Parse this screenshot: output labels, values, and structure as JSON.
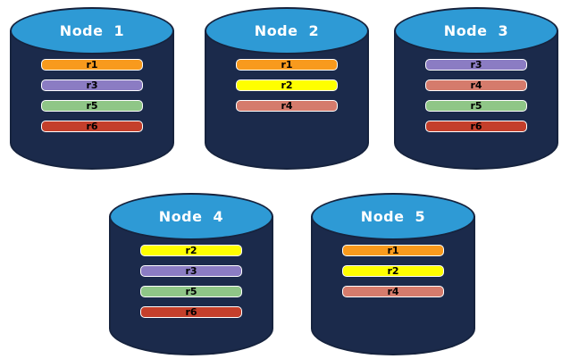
{
  "colors": {
    "page_background": "#ffffff",
    "cylinder_body": "#1b2a4b",
    "cylinder_outline": "#16233e",
    "cylinder_top_fill": "#2e9ad5",
    "title_text": "#ffffff",
    "replica_text": "#000000",
    "replica_border": "#ffffff"
  },
  "replica_colors": {
    "r1": "#f89a1d",
    "r2": "#ffff00",
    "r3": "#8b7cc3",
    "r4": "#d57b6c",
    "r5": "#8fc687",
    "r6": "#c43f2b"
  },
  "nodes": [
    {
      "title": "Node 1",
      "replicas": [
        {
          "label": "r1"
        },
        {
          "label": "r3"
        },
        {
          "label": "r5"
        },
        {
          "label": "r6"
        }
      ]
    },
    {
      "title": "Node 2",
      "replicas": [
        {
          "label": "r1"
        },
        {
          "label": "r2"
        },
        {
          "label": "r4"
        }
      ]
    },
    {
      "title": "Node 3",
      "replicas": [
        {
          "label": "r3"
        },
        {
          "label": "r4"
        },
        {
          "label": "r5"
        },
        {
          "label": "r6"
        }
      ]
    },
    {
      "title": "Node 4",
      "replicas": [
        {
          "label": "r2"
        },
        {
          "label": "r3"
        },
        {
          "label": "r5"
        },
        {
          "label": "r6"
        }
      ]
    },
    {
      "title": "Node 5",
      "replicas": [
        {
          "label": "r1"
        },
        {
          "label": "r2"
        },
        {
          "label": "r4"
        }
      ]
    }
  ]
}
